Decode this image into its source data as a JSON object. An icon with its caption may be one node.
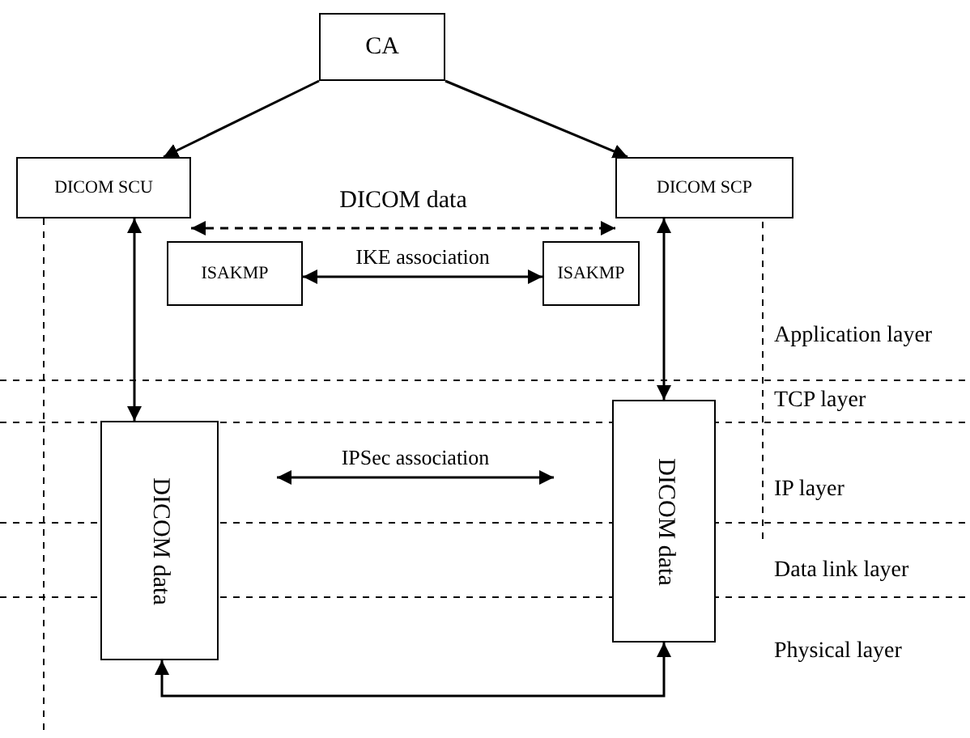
{
  "diagram": {
    "nodes": [
      {
        "text": [
          "CA"
        ]
      },
      {
        "text": [
          "DICOM SCU"
        ]
      },
      {
        "text": [
          "DICOM SCP"
        ]
      },
      {
        "text": [
          "ISAKMP"
        ]
      },
      {
        "text": [
          "ISAKMP"
        ]
      },
      {
        "text": [
          "DICOM data"
        ]
      },
      {
        "text": [
          "DICOM data"
        ]
      }
    ],
    "edges": [
      {
        "from": 0,
        "to": 1,
        "arrow": "to"
      },
      {
        "from": 0,
        "to": 2,
        "arrow": "to"
      },
      {
        "from": 1,
        "to": 2,
        "arrow": "both",
        "label": "DICOM data",
        "style": "dashed"
      },
      {
        "from": 3,
        "to": 4,
        "arrow": "both",
        "label": "IKE association"
      },
      {
        "from": 1,
        "to": 5,
        "arrow": "both"
      },
      {
        "from": 2,
        "to": 6,
        "arrow": "both"
      },
      {
        "from": 5,
        "to": 6,
        "arrow": "both",
        "label": "IPSec association"
      },
      {
        "from": 5,
        "to": 6,
        "arrow": "both"
      }
    ],
    "labels": [
      "Application layer",
      "TCP layer",
      "IP layer",
      "Data link layer",
      "Physical layer"
    ]
  }
}
